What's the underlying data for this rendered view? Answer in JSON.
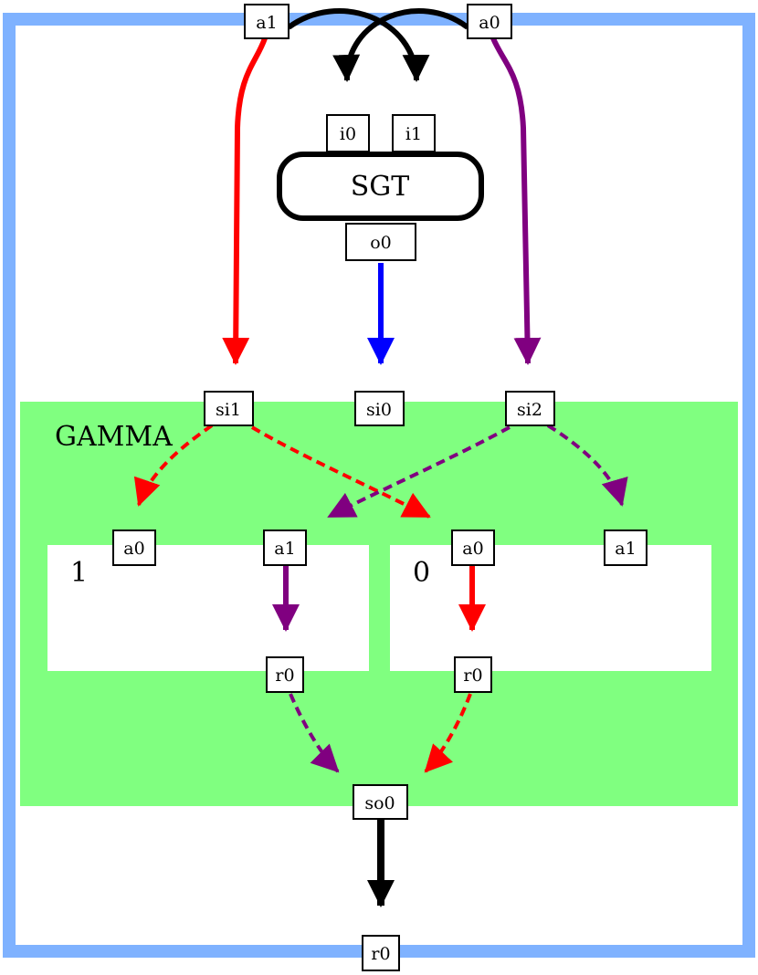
{
  "colors": {
    "frame": "#7fb2ff",
    "region": "#80ff80",
    "red": "#ff0000",
    "purple": "#800080",
    "blue": "#0000ff",
    "black": "#000000",
    "white": "#ffffff"
  },
  "outer": {
    "ports_top": {
      "a1": "a1",
      "a0": "a0"
    },
    "port_bottom": {
      "r0": "r0"
    }
  },
  "sgt": {
    "label": "SGT",
    "inputs": {
      "i0": "i0",
      "i1": "i1"
    },
    "output": {
      "o0": "o0"
    }
  },
  "gamma": {
    "label": "GAMMA",
    "inputs": {
      "si1": "si1",
      "si0": "si0",
      "si2": "si2"
    },
    "output": {
      "so0": "so0"
    },
    "branches": [
      {
        "label": "1",
        "inputs": {
          "a0": "a0",
          "a1": "a1"
        },
        "output": {
          "r0": "r0"
        }
      },
      {
        "label": "0",
        "inputs": {
          "a0": "a0",
          "a1": "a1"
        },
        "output": {
          "r0": "r0"
        }
      }
    ]
  }
}
